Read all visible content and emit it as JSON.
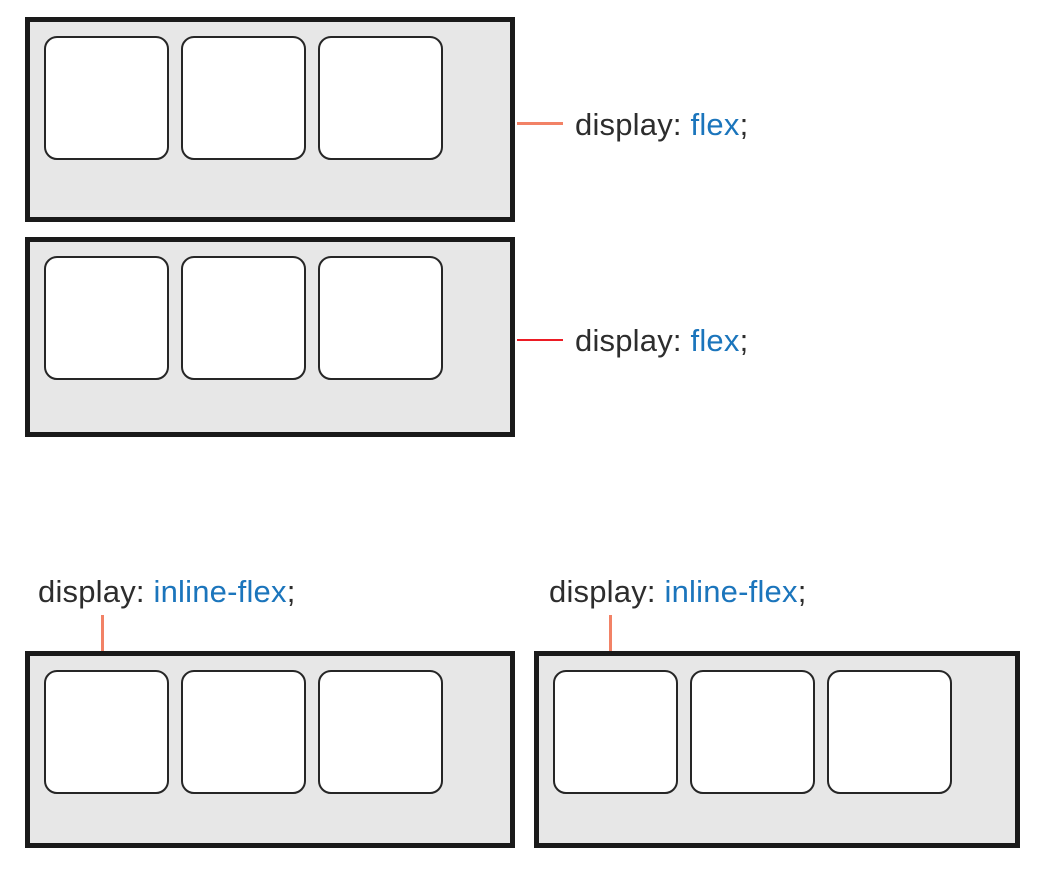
{
  "palette": {
    "container_bg": "#e7e7e7",
    "container_border": "#1a1a1a",
    "box_bg": "#ffffff",
    "box_border": "#262626",
    "text_dark": "#2d2d2d",
    "keyword_blue": "#1b75bc",
    "connector_salmon": "#f28266",
    "connector_red": "#ec1b24"
  },
  "figures": [
    {
      "name": "flex-example-1",
      "label_prefix": "display: ",
      "label_keyword": "flex",
      "label_suffix": ";",
      "item_count": 3,
      "connector": "horizontal-from-right-edge"
    },
    {
      "name": "flex-example-2",
      "label_prefix": "display: ",
      "label_keyword": "flex",
      "label_suffix": ";",
      "item_count": 3,
      "connector": "horizontal-from-right-edge"
    },
    {
      "name": "inline-flex-example-1",
      "label_prefix": "display: ",
      "label_keyword": "inline-flex",
      "label_suffix": ";",
      "item_count": 3,
      "connector": "vertical-to-top-edge"
    },
    {
      "name": "inline-flex-example-2",
      "label_prefix": "display: ",
      "label_keyword": "inline-flex",
      "label_suffix": ";",
      "item_count": 3,
      "connector": "vertical-to-top-edge"
    }
  ]
}
